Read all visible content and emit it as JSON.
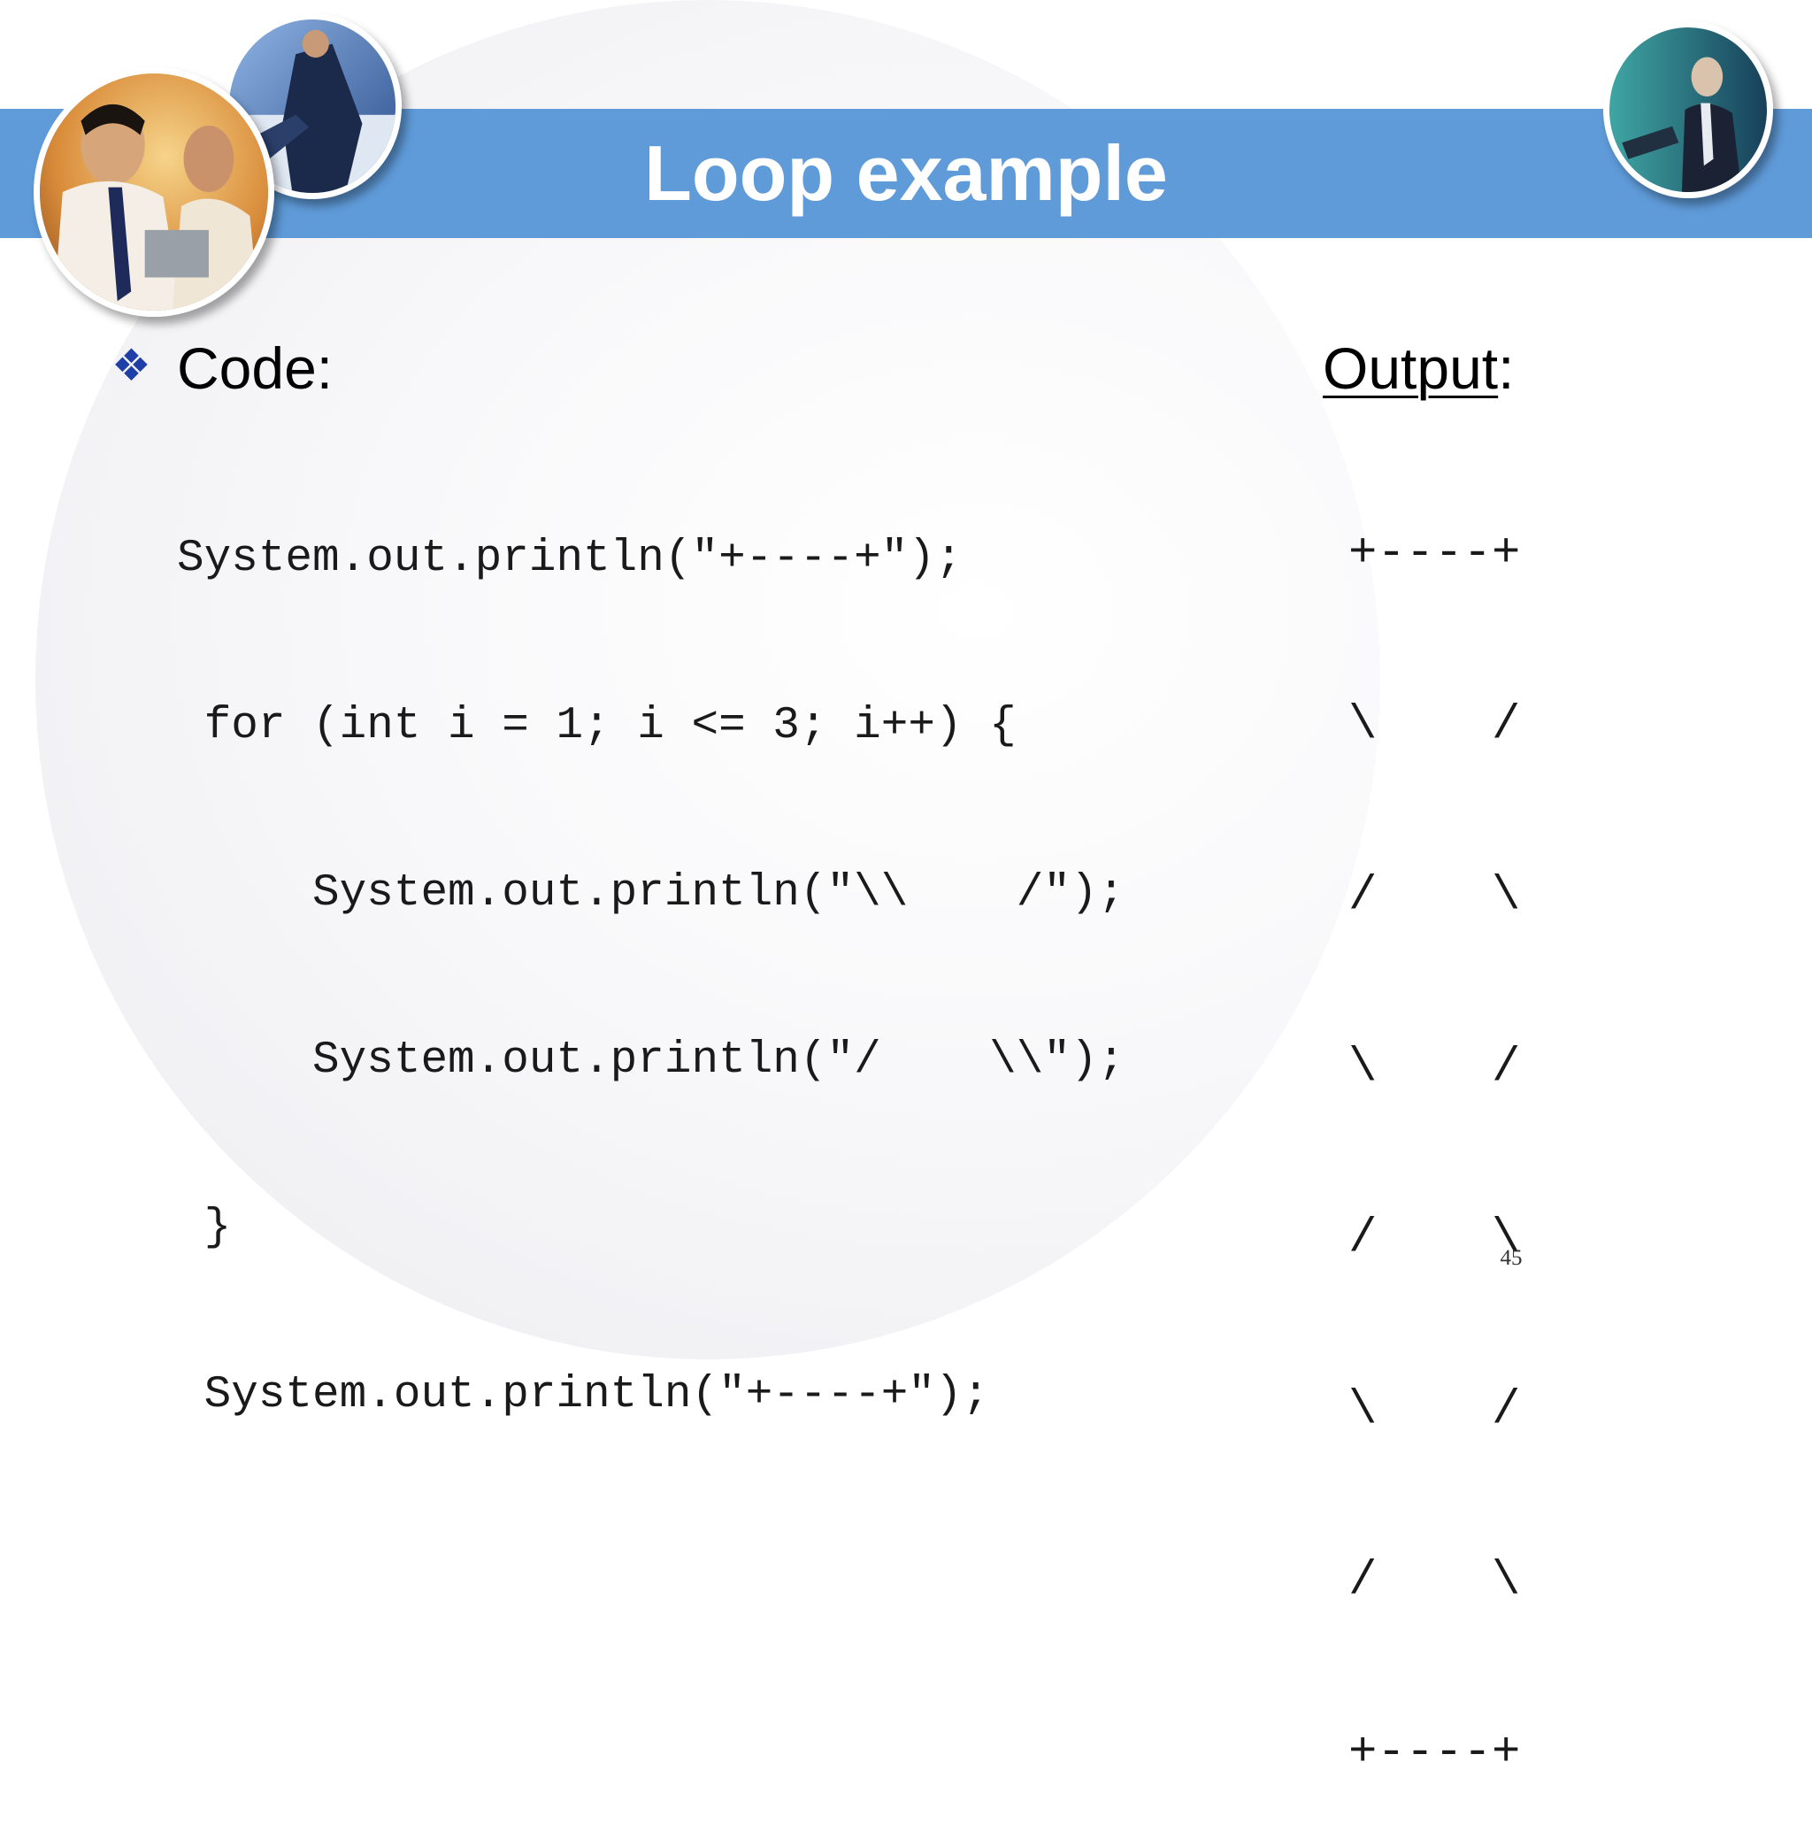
{
  "slide": {
    "title": "Loop example",
    "page_number": "45"
  },
  "colors": {
    "title_band": "#5f9bd9",
    "title_text": "#ffffff",
    "bullet": "#1f3fa8"
  },
  "icons": {
    "bullet": "four-diamond-bullet-icon"
  },
  "code_section": {
    "heading": "Code:",
    "lines": [
      "System.out.println(\"+----+\");",
      " for (int i = 1; i <= 3; i++) {",
      "     System.out.println(\"\\\\    /\");",
      "     System.out.println(\"/    \\\\\");",
      " }",
      " System.out.println(\"+----+\");"
    ]
  },
  "output_section": {
    "heading_underlined": "Output",
    "heading_suffix": ":",
    "lines": [
      "+----+",
      "\\    /",
      "/    \\",
      "\\    /",
      "/    \\",
      "\\    /",
      "/    \\",
      "+----+"
    ]
  }
}
